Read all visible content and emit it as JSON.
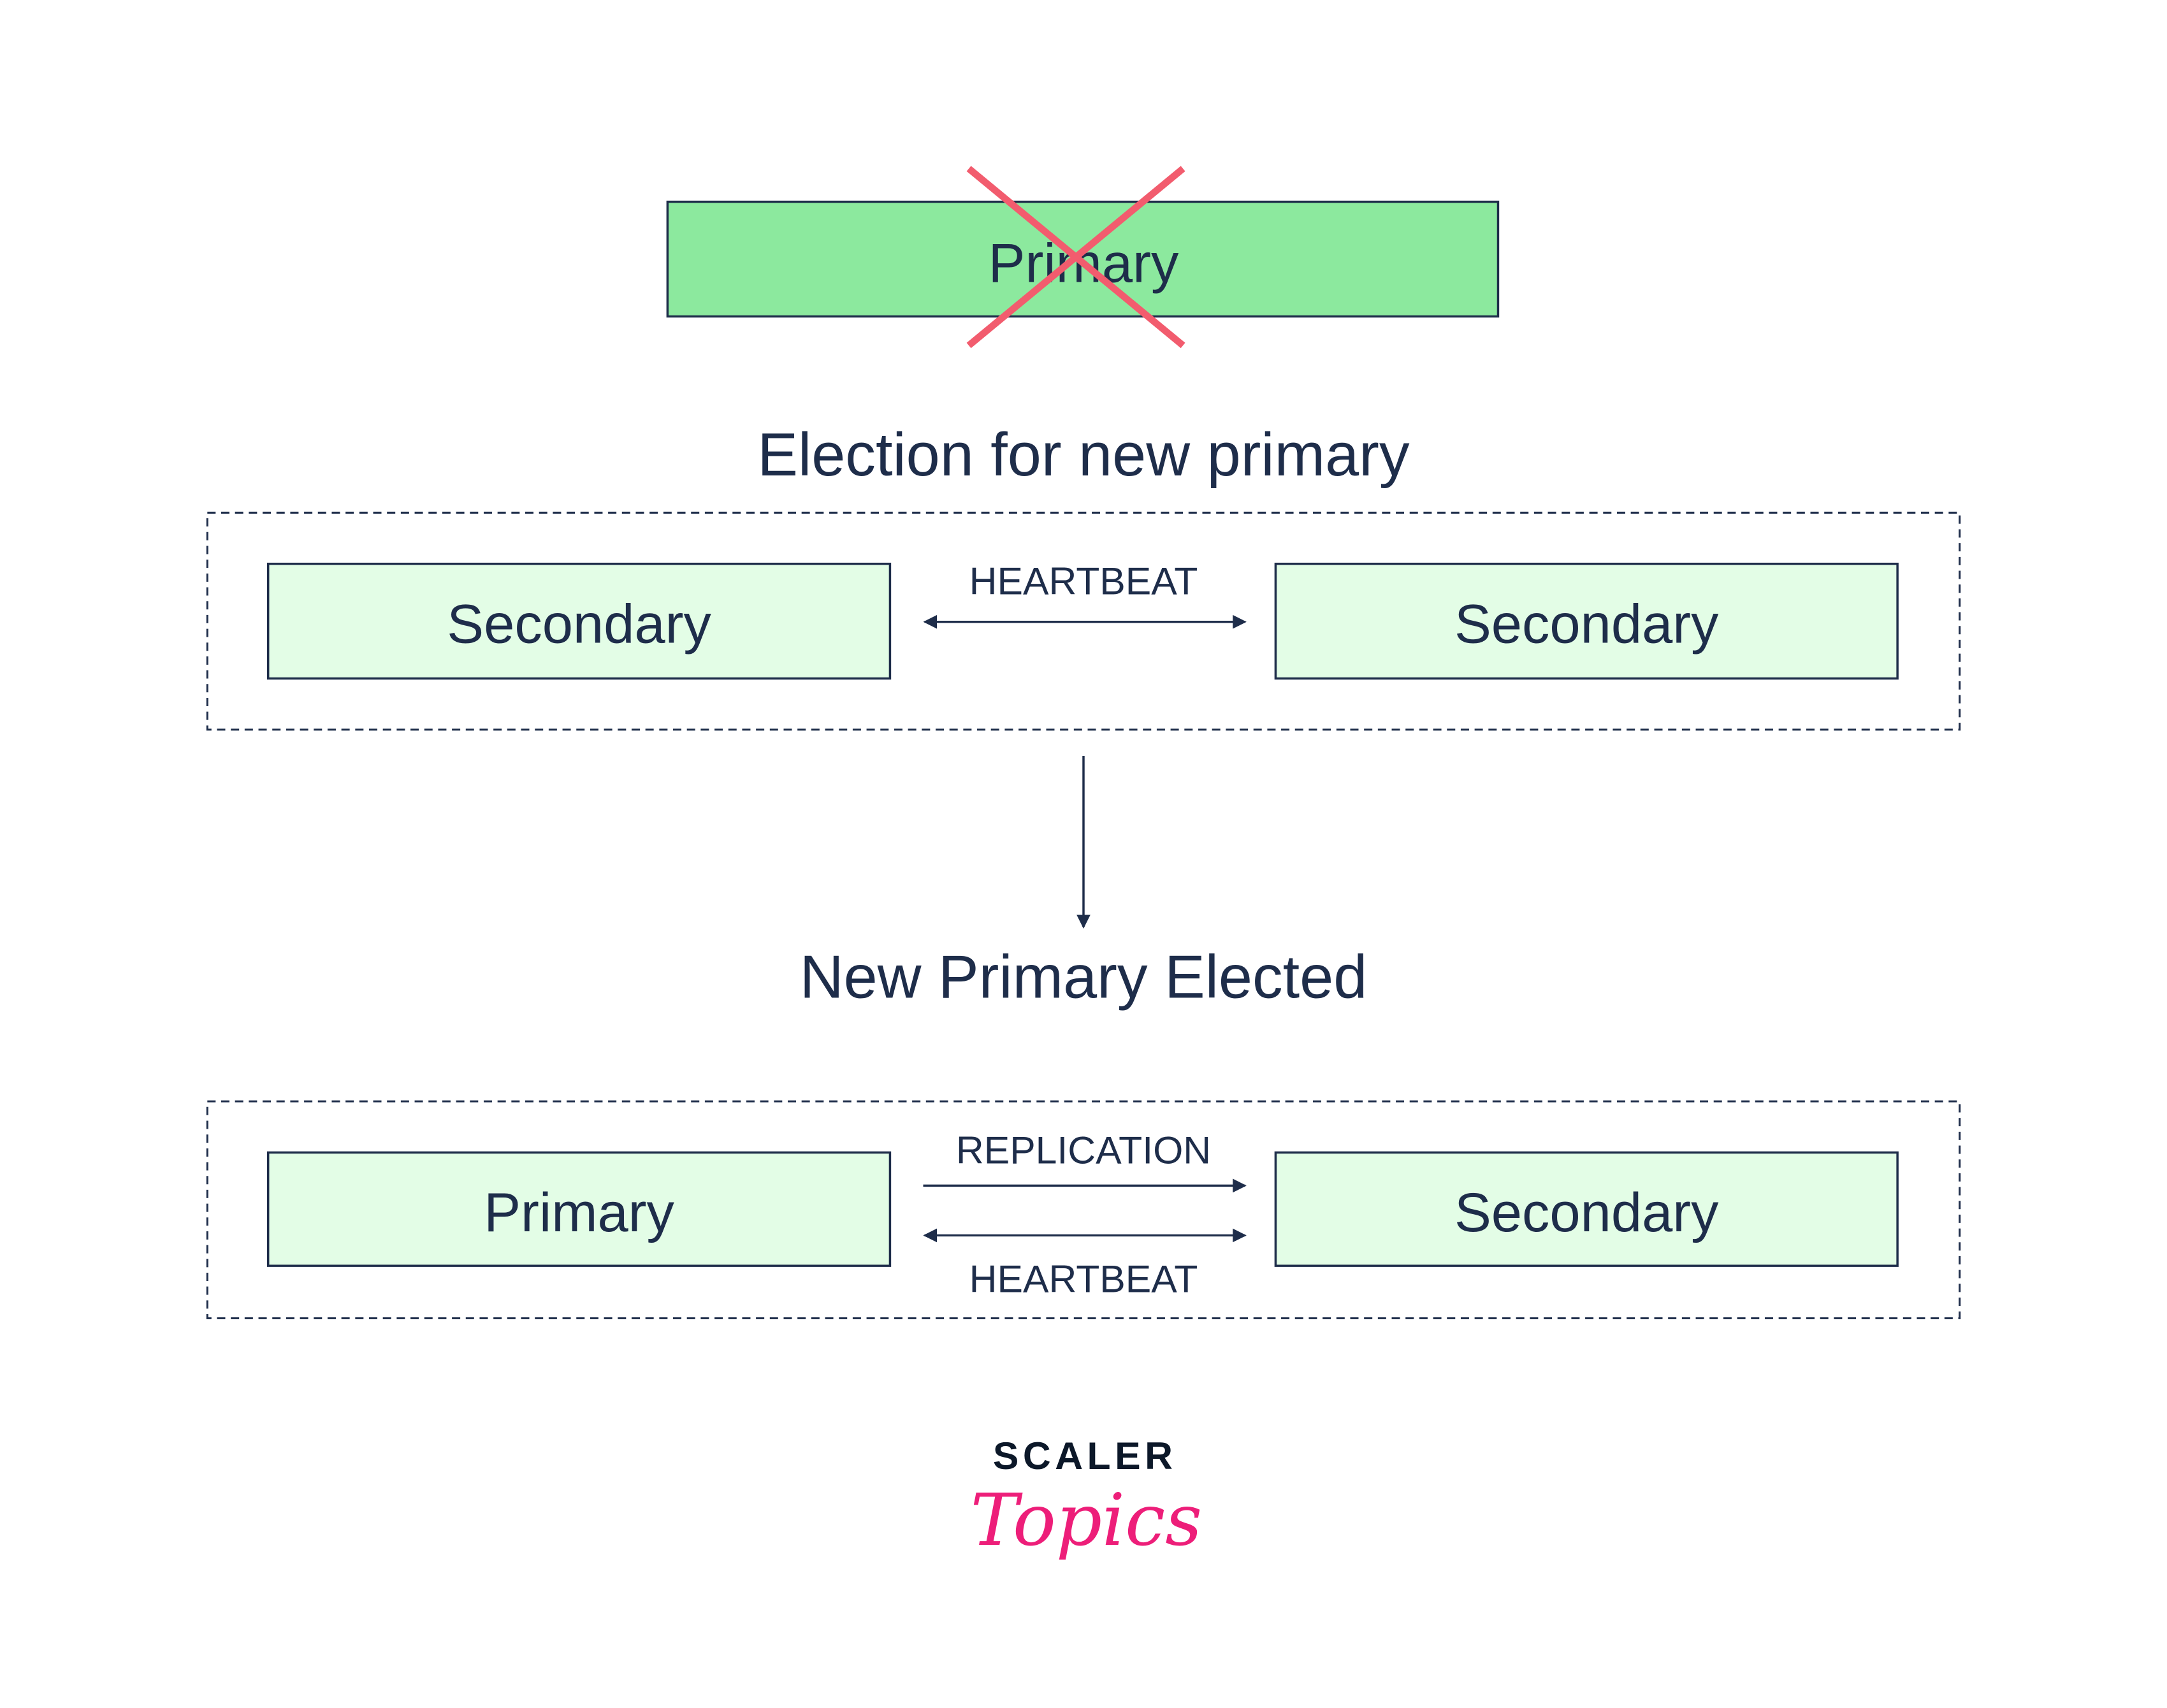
{
  "colors": {
    "failed_primary_fill": "#8ce99e",
    "node_fill": "#e3fde6",
    "stroke": "#1e2d4a",
    "cross": "#f25c6e",
    "logo_pink": "#ed1e79",
    "logo_dark": "#0c1829"
  },
  "failed_primary": {
    "label": "Primary",
    "status_icon": "cross-icon"
  },
  "election": {
    "title": "Election for new primary",
    "left_node": "Secondary",
    "right_node": "Secondary",
    "link_label": "HEARTBEAT"
  },
  "result": {
    "title": "New Primary Elected",
    "left_node": "Primary",
    "right_node": "Secondary",
    "replication_label": "REPLICATION",
    "heartbeat_label": "HEARTBEAT"
  },
  "logo": {
    "line1": "SCALER",
    "line2": "Topics"
  }
}
